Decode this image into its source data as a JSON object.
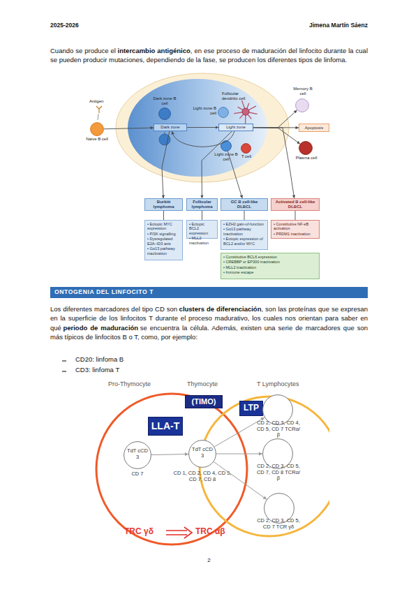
{
  "diagram": {
    "nodes": [
      {
        "text": [
          "Naive B cell"
        ]
      },
      {
        "text": [
          "Dark zone B cell"
        ]
      },
      {
        "text": [
          "Dark zone"
        ]
      },
      {
        "text": [
          "Light zone B cell"
        ]
      },
      {
        "text": [
          "Follicular dendritic cell"
        ]
      },
      {
        "text": [
          "Light zone"
        ]
      },
      {
        "text": [
          "Light zone B cell"
        ]
      },
      {
        "text": [
          "T cell"
        ]
      },
      {
        "text": [
          "Memory B cell"
        ]
      },
      {
        "text": [
          "Apoptosis"
        ]
      },
      {
        "text": [
          "Plasma cell"
        ]
      },
      {
        "text": [
          "Burkitt lymphoma"
        ]
      },
      {
        "text": [
          "Follicular lymphoma"
        ]
      },
      {
        "text": [
          "GC B cell-like DLBCL"
        ]
      },
      {
        "text": [
          "Activated B cell-like DLBCL"
        ]
      },
      {
        "text": [
          "• Ectopic MYC expression",
          "• PI3K signalling",
          "• Dysregulated E2A–ID3 axis",
          "• Gα13 pathway inactivation"
        ]
      },
      {
        "text": [
          "• Ectopic BCL2 expression",
          "• MLL2 inactivation"
        ]
      },
      {
        "text": [
          "• EZH2 gain-of-function",
          "• Gα13 pathway inactivation",
          "• Ectopic expression of BCL2 and/or MYC"
        ]
      },
      {
        "text": [
          "• Constitutive NF-κB activation",
          "• PRDM1 inactivation"
        ]
      },
      {
        "text": [
          "• Constitutive BCL6 expression",
          "• CREBBP or EP300 inactivation",
          "• MLL2 inactivation",
          "• Immune escape"
        ]
      },
      {
        "text": [
          "ONTOGENIA DEL LINFOCITO T"
        ]
      },
      {
        "text": [
          "(TIMO)"
        ]
      },
      {
        "text": [
          "LLA-T"
        ]
      },
      {
        "text": [
          "LTP"
        ]
      },
      {
        "text": [
          "TdT cCD 3",
          "CD 7"
        ]
      },
      {
        "text": [
          "TdT cCD 3",
          "CD 1, CD 2, CD 4, CD 5, CD 7, CD 8"
        ]
      },
      {
        "text": [
          "CD 2, CD 3, CD 4, CD 5, CD 7 TCRα/β"
        ]
      },
      {
        "text": [
          "CD 2, CD 3, CD 5, CD 7, CD 8 TCRα/β"
        ]
      },
      {
        "text": [
          "CD 2, CD 3, CD 5, CD 7 TCR γδ"
        ]
      }
    ],
    "edges": [
      {
        "from": 0,
        "to": 2,
        "arrow": "to"
      },
      {
        "from": 2,
        "to": 5,
        "arrow": "to"
      },
      {
        "from": 5,
        "to": 2,
        "arrow": "to"
      },
      {
        "from": 5,
        "to": 8,
        "arrow": "to"
      },
      {
        "from": 5,
        "to": 9,
        "arrow": "to"
      },
      {
        "from": 5,
        "to": 10,
        "arrow": "to"
      },
      {
        "from": 2,
        "to": 11,
        "arrow": "to"
      },
      {
        "from": 5,
        "to": 12,
        "arrow": "to"
      },
      {
        "from": 6,
        "to": 13,
        "arrow": "to"
      },
      {
        "from": 5,
        "to": 14,
        "arrow": "to"
      },
      {
        "from": 11,
        "to": 15,
        "arrow": "none"
      },
      {
        "from": 12,
        "to": 16,
        "arrow": "none"
      },
      {
        "from": 13,
        "to": 17,
        "arrow": "none"
      },
      {
        "from": 14,
        "to": 18,
        "arrow": "none"
      },
      {
        "from": 24,
        "to": 25,
        "arrow": "to"
      },
      {
        "from": 25,
        "to": 26,
        "arrow": "to"
      },
      {
        "from": 25,
        "to": 27,
        "arrow": "to"
      },
      {
        "from": 25,
        "to": 28,
        "arrow": "to"
      }
    ],
    "labels": [
      "2025-2026",
      "Jimena Martín Sáenz",
      "Cuando se produce el",
      "intercambio antigénico",
      ", en ese proceso de maduración del linfocito durante la cual se pueden producir mutaciones, dependiendo de la fase, se producen los diferentes tipos de linfoma.",
      "Antigen",
      "Los diferentes marcadores del tipo CD son",
      "clusters de diferenciación",
      ", son las proteínas que se expresan en la superficie de los linfocitos T durante el proceso madurativo, los cuales nos orientan para saber en qué",
      "periodo de maduración",
      "se encuentra la célula. Además, existen una serie de marcadores que son más típicos de linfocitos B o T, como, por ejemplo:",
      "CD20: linfoma B",
      "CD3: linfoma T",
      "Pro-Thymocyte",
      "Thymocyte",
      "T Lymphocytes",
      "TRC γδ",
      "TRC αβ",
      "2"
    ]
  }
}
